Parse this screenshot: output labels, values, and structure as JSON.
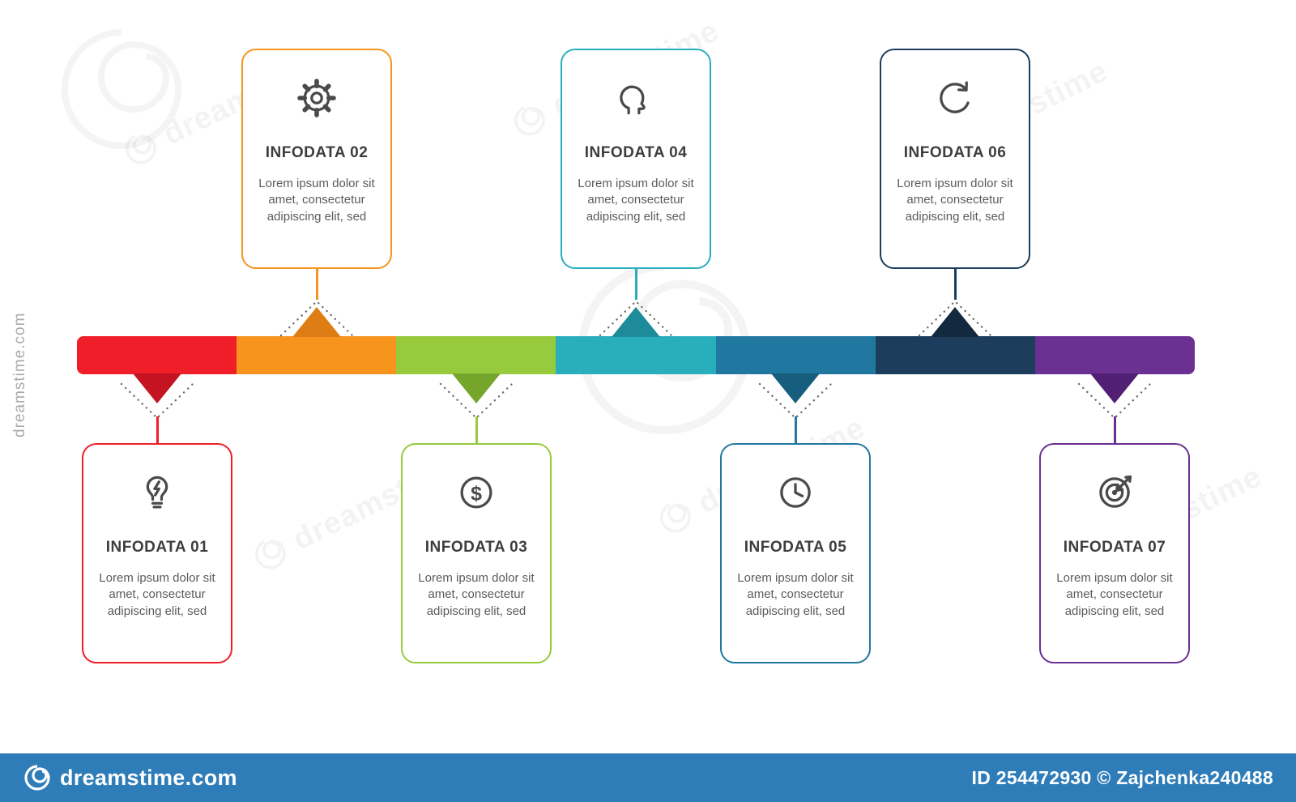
{
  "watermark": {
    "site": "dreamstime.com",
    "diagonal": "dreamstime",
    "credit": "ID 254472930 © Zajchenka240488",
    "bar_color": "#2e7cb8"
  },
  "infographic": {
    "cards": [
      {
        "number": "01",
        "title": "INFODATA 01",
        "body": "Lorem ipsum dolor sit amet, consectetur adipiscing elit, sed",
        "side": "below",
        "color": "#f01e28",
        "color_dark": "#c41421",
        "icon": "lightbulb-bolt-icon"
      },
      {
        "number": "02",
        "title": "INFODATA 02",
        "body": "Lorem ipsum dolor sit amet, consectetur adipiscing elit, sed",
        "side": "above",
        "color": "#f7941d",
        "color_dark": "#dd7d14",
        "icon": "gear-icon"
      },
      {
        "number": "03",
        "title": "INFODATA 03",
        "body": "Lorem ipsum dolor sit amet, consectetur adipiscing elit, sed",
        "side": "below",
        "color": "#97ca3d",
        "color_dark": "#76a52c",
        "icon": "dollar-icon"
      },
      {
        "number": "04",
        "title": "INFODATA 04",
        "body": "Lorem ipsum dolor sit amet, consectetur adipiscing elit, sed",
        "side": "above",
        "color": "#29aebc",
        "color_dark": "#1d8b99",
        "icon": "head-icon"
      },
      {
        "number": "05",
        "title": "INFODATA 05",
        "body": "Lorem ipsum dolor sit amet, consectetur adipiscing elit, sed",
        "side": "below",
        "color": "#2078a0",
        "color_dark": "#175e7e",
        "icon": "clock-icon"
      },
      {
        "number": "06",
        "title": "INFODATA 06",
        "body": "Lorem ipsum dolor sit amet, consectetur adipiscing elit, sed",
        "side": "above",
        "color": "#1c3e5c",
        "color_dark": "#12293f",
        "icon": "refresh-icon"
      },
      {
        "number": "07",
        "title": "INFODATA 07",
        "body": "Lorem ipsum dolor sit amet, consectetur adipiscing elit, sed",
        "side": "below",
        "color": "#6a3092",
        "color_dark": "#511f73",
        "icon": "target-icon"
      }
    ]
  }
}
